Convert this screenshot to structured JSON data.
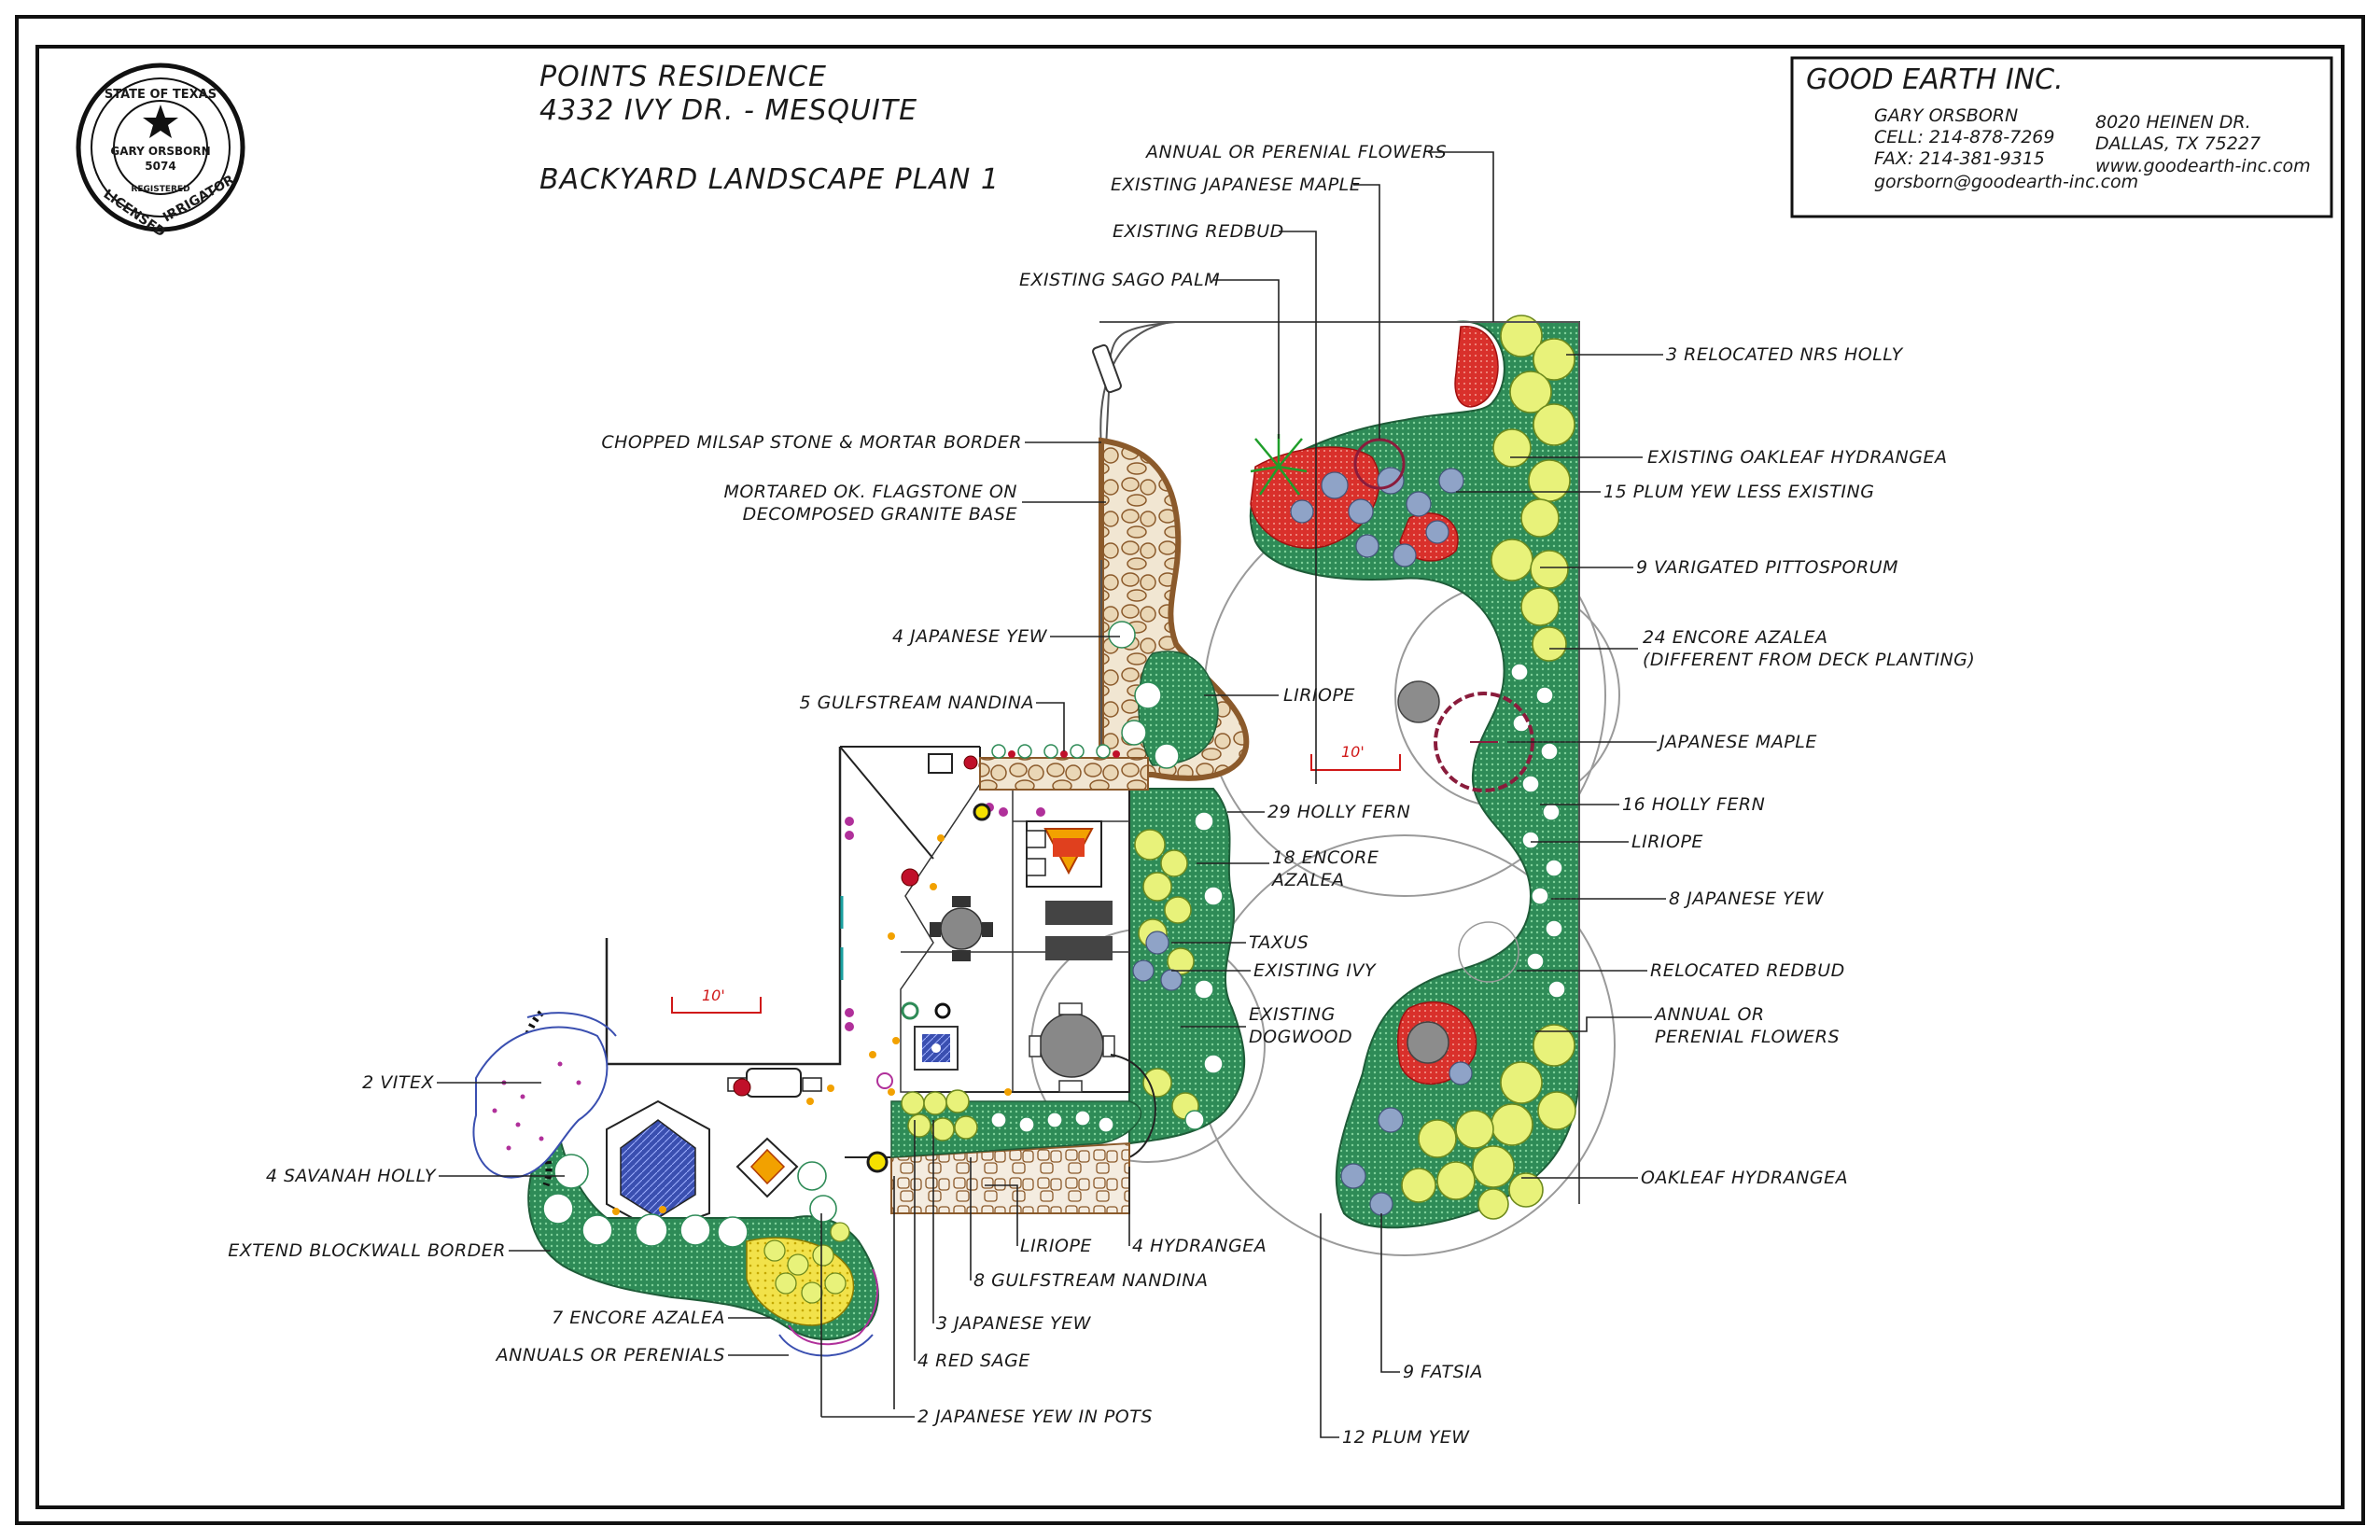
{
  "seal": {
    "top_text": "STATE OF TEXAS",
    "name": "GARY ORSBORN",
    "number": "5074",
    "registered": "REGISTERED",
    "bottom_left": "LICENSED",
    "bottom_right": "IRRIGATOR"
  },
  "title_block": {
    "line1": "POINTS RESIDENCE",
    "line2": "4332 IVY DR. - MESQUITE",
    "line3": "BACKYARD LANDSCAPE PLAN 1"
  },
  "company": {
    "name": "GOOD EARTH INC.",
    "contact": "GARY ORSBORN",
    "cell": "CELL: 214-878-7269",
    "fax": "FAX: 214-381-9315",
    "email": "gorsborn@goodearth-inc.com",
    "address1": "8020 HEINEN DR.",
    "address2": "DALLAS, TX 75227",
    "website": "www.goodearth-inc.com"
  },
  "scale_labels": {
    "left": "10'",
    "right": "10'"
  },
  "callouts": {
    "annual_flowers_top": "ANNUAL OR PERENIAL FLOWERS",
    "existing_japanese_maple": "EXISTING JAPANESE MAPLE",
    "existing_redbud": "EXISTING REDBUD",
    "existing_sago_palm": "EXISTING SAGO PALM",
    "relocated_nrs_holly": "3 RELOCATED NRS HOLLY",
    "existing_oakleaf": "EXISTING OAKLEAF HYDRANGEA",
    "plum_yew_15": "15 PLUM YEW LESS EXISTING",
    "pittosporum": "9 VARIGATED PITTOSPORUM",
    "encore_24_a": "24 ENCORE AZALEA",
    "encore_24_b": "(DIFFERENT FROM DECK PLANTING)",
    "japanese_maple": "JAPANESE MAPLE",
    "holly_fern_16": "16 HOLLY FERN",
    "liriope_right": "LIRIOPE",
    "japanese_yew_8": "8 JAPANESE YEW",
    "relocated_redbud": "RELOCATED REDBUD",
    "annual_right_a": "ANNUAL OR",
    "annual_right_b": "PERENIAL FLOWERS",
    "oakleaf": "OAKLEAF HYDRANGEA",
    "fatsia": "9 FATSIA",
    "plum_yew_12": "12 PLUM YEW",
    "chopped_border": "CHOPPED MILSAP STONE & MORTAR BORDER",
    "flagstone_a": "MORTARED OK. FLAGSTONE ON",
    "flagstone_b": "DECOMPOSED GRANITE BASE",
    "japanese_yew_4": "4 JAPANESE YEW",
    "gulfstream_5": "5 GULFSTREAM NANDINA",
    "liriope_mid": "LIRIOPE",
    "holly_fern_29": "29 HOLLY FERN",
    "encore_18_a": "18 ENCORE",
    "encore_18_b": "AZALEA",
    "taxus": "TAXUS",
    "existing_ivy": "EXISTING IVY",
    "dogwood_a": "EXISTING",
    "dogwood_b": "DOGWOOD",
    "vitex": "2 VITEX",
    "savanah_holly": "4 SAVANAH HOLLY",
    "blockwall": "EXTEND BLOCKWALL BORDER",
    "encore_7": "7 ENCORE AZALEA",
    "annuals_perenials": "ANNUALS OR PERENIALS",
    "liriope_bottom": "LIRIOPE",
    "hydrangea_4": "4 HYDRANGEA",
    "gulfstream_8": "8 GULFSTREAM NANDINA",
    "japanese_yew_3": "3 JAPANESE YEW",
    "red_sage": "4 RED SAGE",
    "japanese_yew_pots": "2 JAPANESE YEW IN POTS"
  },
  "colors": {
    "bed_green": "#2e8b57",
    "mulch_red": "#d9302b",
    "flagstone_brown": "#8b5a2b",
    "shrub_yellow": "#e8f27a",
    "water_blue": "#3a4fb0",
    "accent_magenta": "#b0309a"
  }
}
